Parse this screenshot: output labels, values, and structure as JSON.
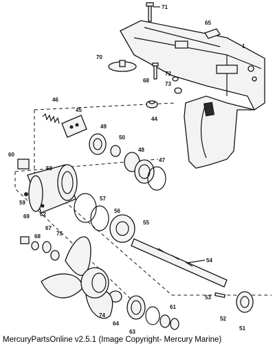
{
  "footer": "MercuryPartsOnline v2.5.1 (Image Copyright- Mercury Marine)",
  "callouts": [
    "71",
    "65",
    "1",
    "70",
    "68",
    "72",
    "73",
    "44",
    "46",
    "45",
    "49",
    "50",
    "48",
    "47",
    "60",
    "58",
    "59",
    "62",
    "57",
    "56",
    "55",
    "69",
    "68",
    "67",
    "75",
    "54",
    "53",
    "52",
    "51",
    "61",
    "74",
    "64",
    "63"
  ]
}
